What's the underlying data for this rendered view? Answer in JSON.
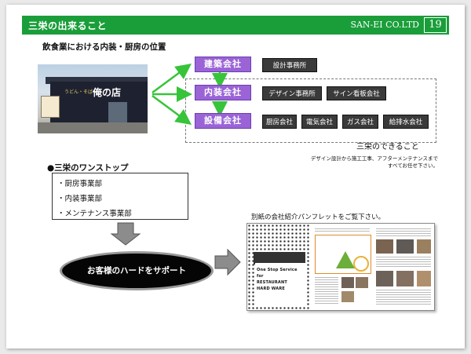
{
  "header": {
    "title": "三栄の出来ること",
    "company": "SAN-EI CO.LTD",
    "page_number": "19"
  },
  "subtitle": "飲食業における内装・厨房の位置",
  "photo": {
    "shop_name": "俺の店",
    "shop_sub": "うどん・そば"
  },
  "purple_boxes": [
    "建築会社",
    "内装会社",
    "設備会社"
  ],
  "related": {
    "construction": [
      "設計事務所"
    ],
    "interior": [
      "デザイン事務所",
      "サイン看板会社"
    ],
    "equipment": [
      "厨房会社",
      "電気会社",
      "ガス会社",
      "給排水会社"
    ]
  },
  "capability_label": "三栄のできること",
  "note_lines": [
    "デザイン設計から施工工事、アフターメンテナンスまで",
    "すべてお任せ下さい。"
  ],
  "onestop_title": "●三栄のワンストップ",
  "departments": [
    "・厨房事業部",
    "・内装事業部",
    "・メンテナンス事業部"
  ],
  "support_label": "お客様のハードをサポート",
  "pamphlet_caption": "別紙の会社紹介パンフレットをご覧下さい。",
  "pamphlet_text": [
    "One Stop Service",
    "for",
    "RESTAURANT",
    "HARD WARE"
  ],
  "colors": {
    "header_green": "#1a9e3a",
    "purple": "#9a63d6",
    "arrow_green": "#37c43a",
    "dark_box": "#3a3a3a"
  },
  "icons": {
    "down_arrow": "block-arrow-down",
    "right_arrow": "block-arrow-right"
  }
}
